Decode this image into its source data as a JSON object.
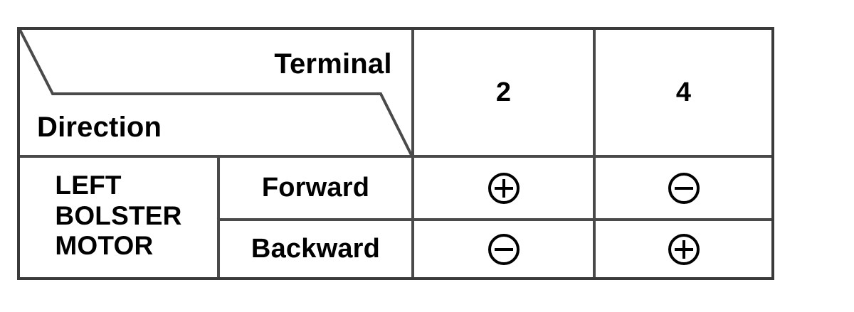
{
  "table": {
    "header": {
      "corner": {
        "terminal_label": "Terminal",
        "direction_label": "Direction",
        "split_style": "stepped-diagonal"
      },
      "terminal_columns": [
        {
          "label": "2"
        },
        {
          "label": "4"
        }
      ]
    },
    "body": {
      "motor_label": {
        "line1": "LEFT",
        "line2": "BOLSTER",
        "line3": "MOTOR"
      },
      "rows": [
        {
          "direction": "Forward",
          "polarity": [
            {
              "terminal": "2",
              "symbol": "circled-plus",
              "glyph": "+"
            },
            {
              "terminal": "4",
              "symbol": "circled-minus",
              "glyph": "-"
            }
          ]
        },
        {
          "direction": "Backward",
          "polarity": [
            {
              "terminal": "2",
              "symbol": "circled-minus",
              "glyph": "-"
            },
            {
              "terminal": "4",
              "symbol": "circled-plus",
              "glyph": "+"
            }
          ]
        }
      ]
    },
    "colors": {
      "border": "#3a3a3a",
      "gridline": "#4a4a4a",
      "text": "#000000",
      "background": "#ffffff"
    }
  }
}
